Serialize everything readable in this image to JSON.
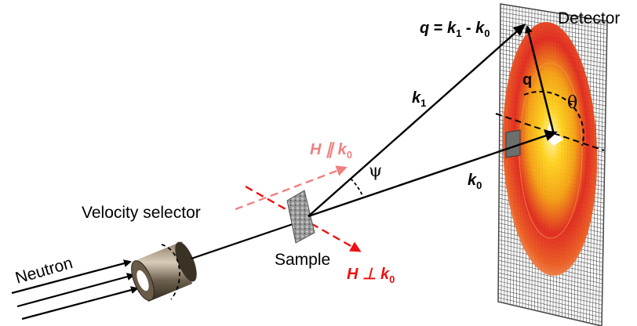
{
  "labels": {
    "detector": "Detector",
    "neutron": "Neutron",
    "velocity_selector": "Velocity selector",
    "sample": "Sample",
    "psi": "ψ",
    "theta": "θ",
    "q_short": "q",
    "q_def_lhs": "q",
    "q_def_eq": " = ",
    "q_def_k1": "k",
    "q_def_k1_sub": "1",
    "q_def_minus": " - ",
    "q_def_k0": "k",
    "q_def_k0_sub": "0",
    "k1_main": "k",
    "k1_sub": "1",
    "k0_main": "k",
    "k0_sub": "0",
    "h_par_main": "H ∥ k",
    "h_par_sub": "0",
    "h_perp_main": "H ⊥ k",
    "h_perp_sub": "0"
  },
  "colors": {
    "beam": "#000000",
    "h_parallel": "#f08080",
    "h_perpendicular": "#ee1111",
    "detector_grid": "#555555",
    "pattern_outer": "#f4b27a",
    "pattern_mid": "#ef6a1f",
    "pattern_inner": "#e0261a",
    "selector_body": "#5a4e40"
  }
}
